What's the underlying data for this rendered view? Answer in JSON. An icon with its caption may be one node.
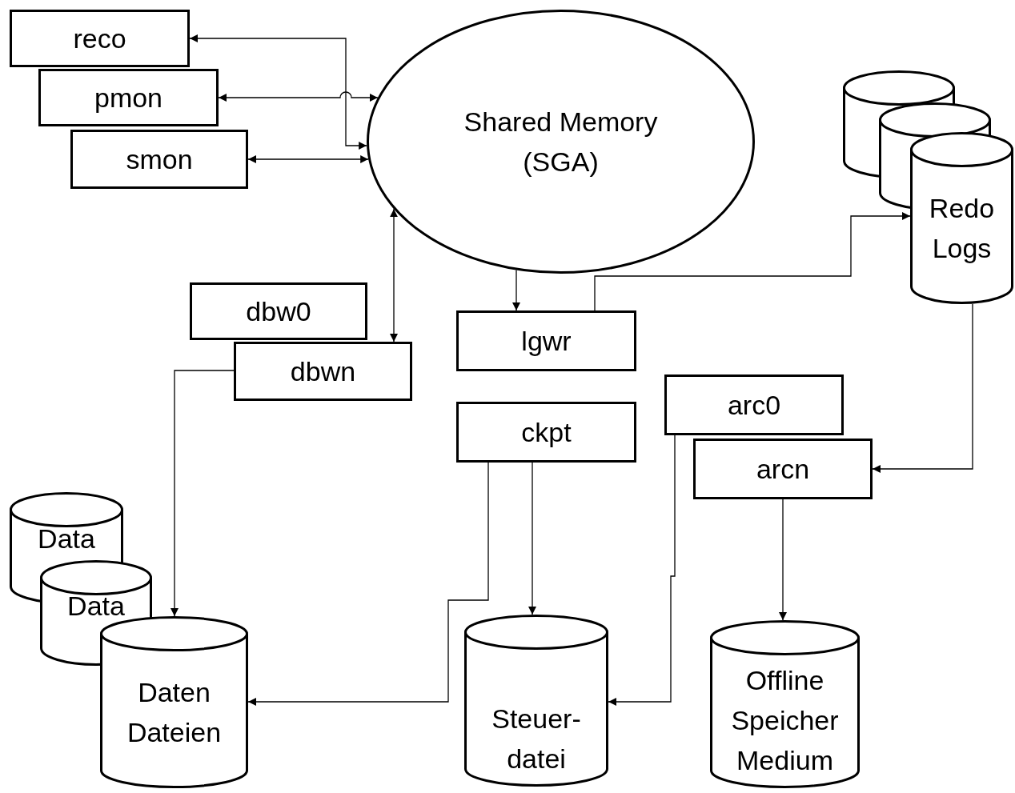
{
  "diagram": {
    "nodes": [
      {
        "text": [
          "reco"
        ]
      },
      {
        "text": [
          "pmon"
        ]
      },
      {
        "text": [
          "smon"
        ]
      },
      {
        "text": [
          "Shared Memory (SGA)"
        ]
      },
      {
        "text": [],
        "shape": "cylinder"
      },
      {
        "text": [],
        "shape": "cylinder"
      },
      {
        "text": [
          "Redo Logs"
        ]
      },
      {
        "text": [
          "dbw0"
        ]
      },
      {
        "text": [
          "dbwn"
        ]
      },
      {
        "text": [
          "lgwr"
        ]
      },
      {
        "text": [
          "ckpt"
        ]
      },
      {
        "text": [
          "arc0"
        ]
      },
      {
        "text": [
          "arcn"
        ]
      },
      {
        "text": [
          "Data"
        ]
      },
      {
        "text": [
          "Data"
        ]
      },
      {
        "text": [
          "Daten Dateien"
        ]
      },
      {
        "text": [
          "Steuer- datei"
        ]
      },
      {
        "text": [
          "Offline Speicher Medium"
        ]
      }
    ],
    "edges": [
      {
        "from": 0,
        "to": 3,
        "arrow": "both"
      },
      {
        "from": 1,
        "to": 3,
        "arrow": "both"
      },
      {
        "from": 2,
        "to": 3,
        "arrow": "both"
      },
      {
        "from": 3,
        "to": 8,
        "arrow": "both"
      },
      {
        "from": 3,
        "to": 9,
        "arrow": "to"
      },
      {
        "from": 9,
        "to": 6,
        "arrow": "to"
      },
      {
        "from": 6,
        "to": 12,
        "arrow": "to"
      },
      {
        "from": 12,
        "to": 17,
        "arrow": "to"
      },
      {
        "from": 8,
        "to": 15,
        "arrow": "to"
      },
      {
        "from": 10,
        "to": 16,
        "arrow": "to"
      },
      {
        "from": 10,
        "to": 15,
        "arrow": "to"
      },
      {
        "from": 11,
        "to": 16,
        "arrow": "to"
      }
    ]
  }
}
